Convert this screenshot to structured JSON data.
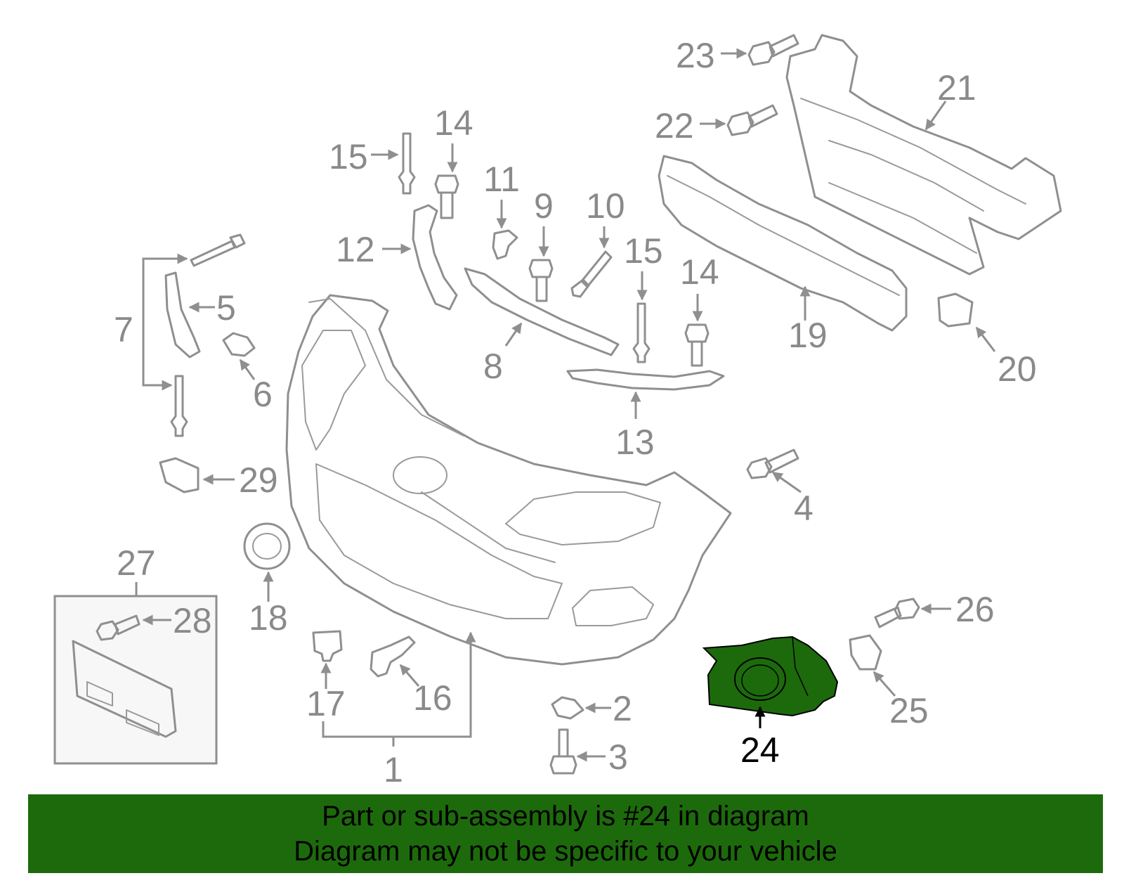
{
  "diagram": {
    "highlighted_part": "24",
    "callouts": [
      "1",
      "2",
      "3",
      "4",
      "5",
      "6",
      "7",
      "8",
      "9",
      "10",
      "11",
      "12",
      "13",
      "14",
      "14",
      "15",
      "15",
      "16",
      "17",
      "18",
      "19",
      "20",
      "21",
      "22",
      "23",
      "24",
      "25",
      "26",
      "27",
      "28",
      "29"
    ],
    "colors": {
      "highlight_fill": "#1d6a0c",
      "line_gray": "#8f8f8f",
      "label_gray": "#8a8a8a",
      "inset_background": "#f7f7f7"
    }
  },
  "banner": {
    "line1": "Part or sub-assembly is #24 in diagram",
    "line2": "Diagram may not be specific to your vehicle",
    "background": "#1d6a0c"
  }
}
